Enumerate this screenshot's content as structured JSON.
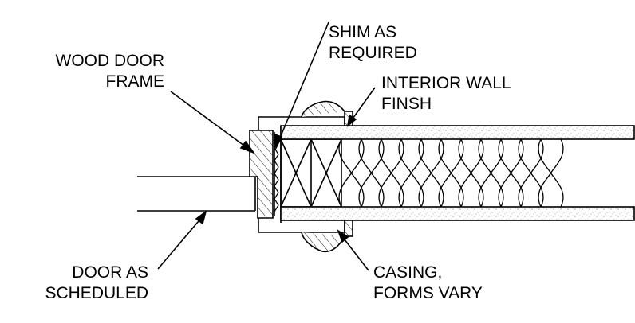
{
  "labels": {
    "shim": [
      "SHIM AS",
      "REQUIRED"
    ],
    "wood_door_frame": [
      "WOOD DOOR",
      "FRAME"
    ],
    "interior_wall": [
      "INTERIOR WALL",
      "FINSH"
    ],
    "door": [
      "DOOR AS",
      "SCHEDULED"
    ],
    "casing": [
      "CASING,",
      "FORMS VARY"
    ]
  },
  "colors": {
    "line": "#000000",
    "stipple": "#555555",
    "background": "#ffffff"
  }
}
